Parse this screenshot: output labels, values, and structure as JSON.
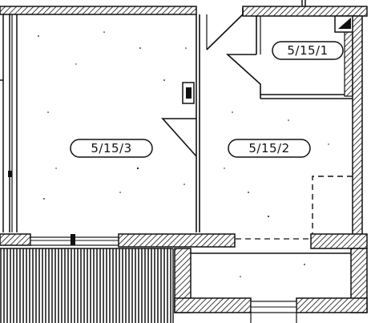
{
  "rooms": [
    {
      "id": "5/15/1",
      "label": "5/15/1"
    },
    {
      "id": "5/15/2",
      "label": "5/15/2"
    },
    {
      "id": "5/15/3",
      "label": "5/15/3"
    }
  ],
  "colors": {
    "ink": "#111111",
    "paper": "#ffffff"
  }
}
